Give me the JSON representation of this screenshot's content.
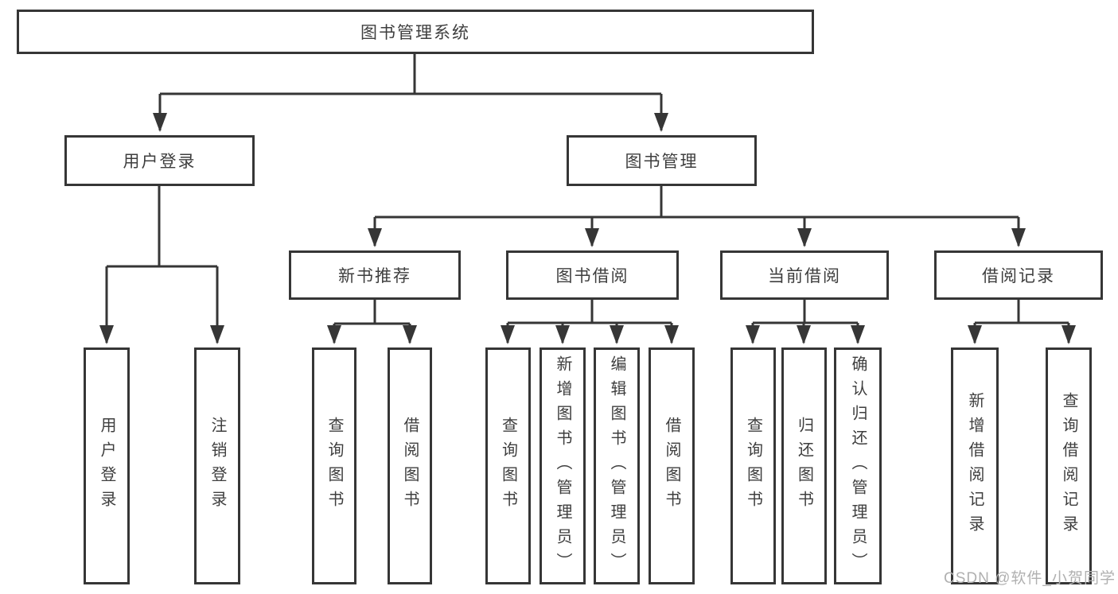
{
  "diagram": {
    "title": "图书管理系统",
    "tree": {
      "root": "图书管理系统",
      "branches": [
        {
          "label": "用户登录",
          "leaves": [
            "用户登录",
            "注销登录"
          ]
        },
        {
          "label": "图书管理",
          "groups": [
            {
              "label": "新书推荐",
              "leaves": [
                "查询图书",
                "借阅图书"
              ]
            },
            {
              "label": "图书借阅",
              "leaves": [
                "查询图书",
                "新增图书（管理员）",
                "编辑图书（管理员）",
                "借阅图书"
              ]
            },
            {
              "label": "当前借阅",
              "leaves": [
                "查询图书",
                "归还图书",
                "确认归还（管理员）"
              ]
            },
            {
              "label": "借阅记录",
              "leaves": [
                "新增借阅记录",
                "查询借阅记录"
              ]
            }
          ]
        }
      ]
    },
    "colors": {
      "line": "#363636",
      "text": "#3e3e3e",
      "background": "#ffffff",
      "watermark": "#b0b0b0"
    }
  },
  "watermark": {
    "text": "CSDN @软件_小贺同学"
  }
}
